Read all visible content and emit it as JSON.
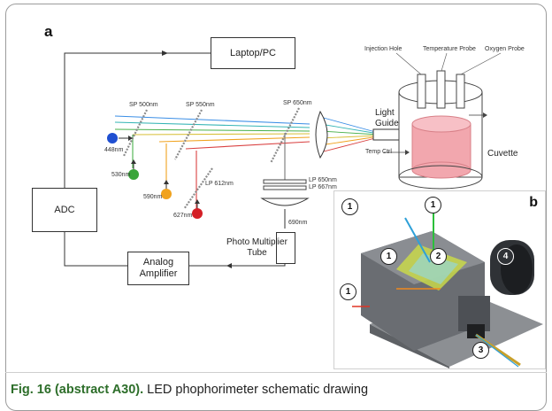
{
  "panel_a": {
    "letter": "a",
    "boxes": {
      "laptop": "Laptop/PC",
      "adc": "ADC",
      "amplifier_line1": "Analog",
      "amplifier_line2": "Amplifier",
      "pmt_line1": "Photo Multiplier",
      "pmt_line2": "Tube"
    },
    "filters": {
      "sp500": "SP 500nm",
      "sp550": "SP 550nm",
      "sp650": "SP 650nm",
      "lp612": "LP 612nm",
      "lp650": "LP 650nm",
      "lp667": "LP 667nm",
      "nm690": "690nm"
    },
    "leds": {
      "led448": "448nm",
      "led530": "530nm",
      "led590": "590nm",
      "led627": "627nm",
      "color448": "#1f4fd1",
      "color530": "#3aa53a",
      "color590": "#f0a21e",
      "color627": "#d41f26"
    },
    "light_guide_line1": "Light",
    "light_guide_line2": "Guide",
    "cuvette": "Cuvette",
    "temp_ctrl": "Temp Ctrl",
    "probes": {
      "injection": "Injection Hole",
      "temperature": "Temperature Probe",
      "oxygen": "Oxygen Probe"
    }
  },
  "panel_b": {
    "letter": "b",
    "markers": [
      "1",
      "1",
      "1",
      "1",
      "2",
      "3",
      "4"
    ]
  },
  "caption": {
    "label": "Fig. 16 (abstract A30).",
    "text": " LED phophorimeter schematic drawing"
  }
}
